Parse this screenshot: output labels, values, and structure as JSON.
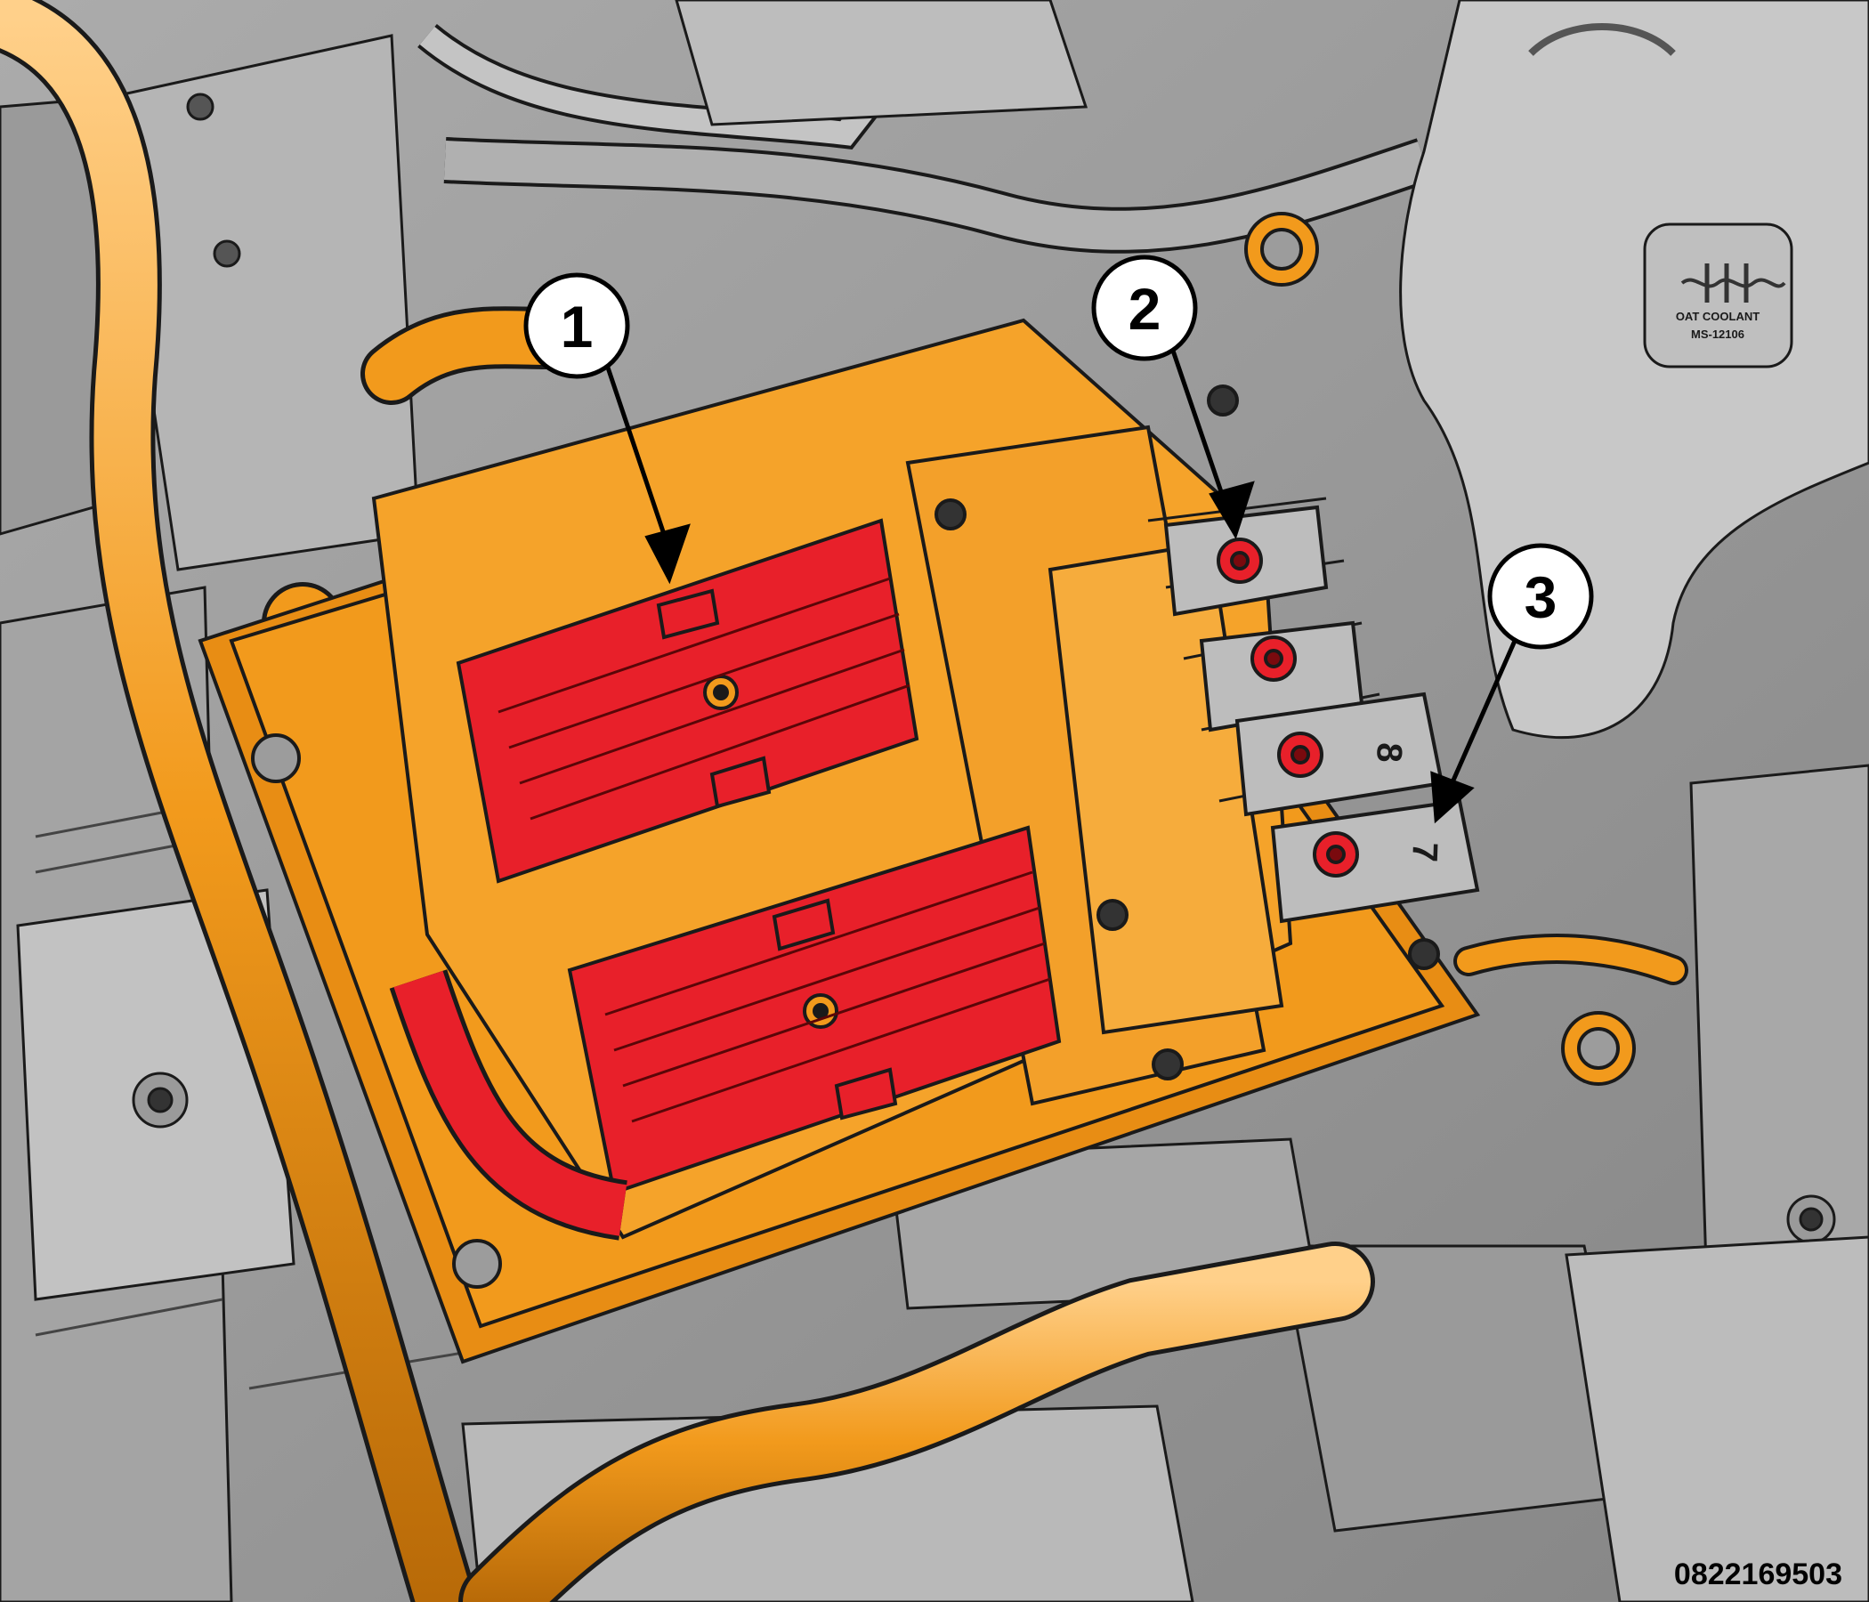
{
  "figure": {
    "figure_id": "0822169503",
    "callouts": [
      {
        "number": "1",
        "target": "red multi-pin connectors on fuse/relay module"
      },
      {
        "number": "2",
        "target": "upper red terminal stud"
      },
      {
        "number": "3",
        "target": "terminal stack position 7"
      }
    ],
    "coolant_label": {
      "line1": "OAT COOLANT",
      "line2": "MS-12106"
    },
    "terminal_numbers": [
      "8",
      "7"
    ],
    "colors": {
      "harness_orange": "#f29a1c",
      "connector_red": "#e8202a",
      "background_gray": "#8e8e8e",
      "line": "#1a1a1a"
    }
  }
}
